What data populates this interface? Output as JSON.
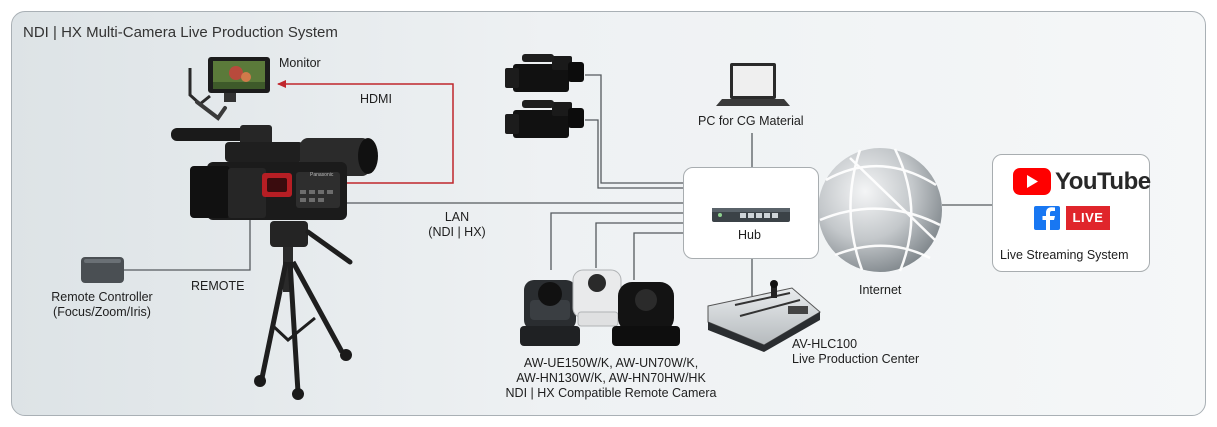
{
  "title": "NDI | HX Multi-Camera Live Production System",
  "labels": {
    "monitor": "Monitor",
    "hdmi": "HDMI",
    "lan": [
      "LAN",
      "(NDI | HX)"
    ],
    "remote": "REMOTE",
    "remote_controller": [
      "Remote Controller",
      "(Focus/Zoom/Iris)"
    ],
    "pc": "PC for CG Material",
    "hub": "Hub",
    "internet": "Internet",
    "live_streaming": "Live Streaming System",
    "youtube": "YouTube",
    "live_badge": "LIVE",
    "remote_cameras": [
      "AW-UE150W/K, AW-UN70W/K,",
      "AW-HN130W/K, AW-HN70HW/HK",
      "NDI | HX Compatible Remote Camera"
    ],
    "switcher": [
      "AV-HLC100",
      "Live Production Center"
    ],
    "camera_brand": "Panasonic"
  },
  "colors": {
    "hdmi_line": "#c0262c",
    "link_line": "#555a5e",
    "youtube_red": "#ff0000",
    "facebook_blue": "#1877f2",
    "live_red": "#e0252b"
  },
  "icons": [
    "monitor-icon",
    "camcorder-icon",
    "tripod-icon",
    "remote-controller-icon",
    "video-camera-icon",
    "laptop-icon",
    "hub-icon",
    "globe-icon",
    "youtube-icon",
    "facebook-icon",
    "ptz-camera-icon",
    "switcher-icon"
  ]
}
